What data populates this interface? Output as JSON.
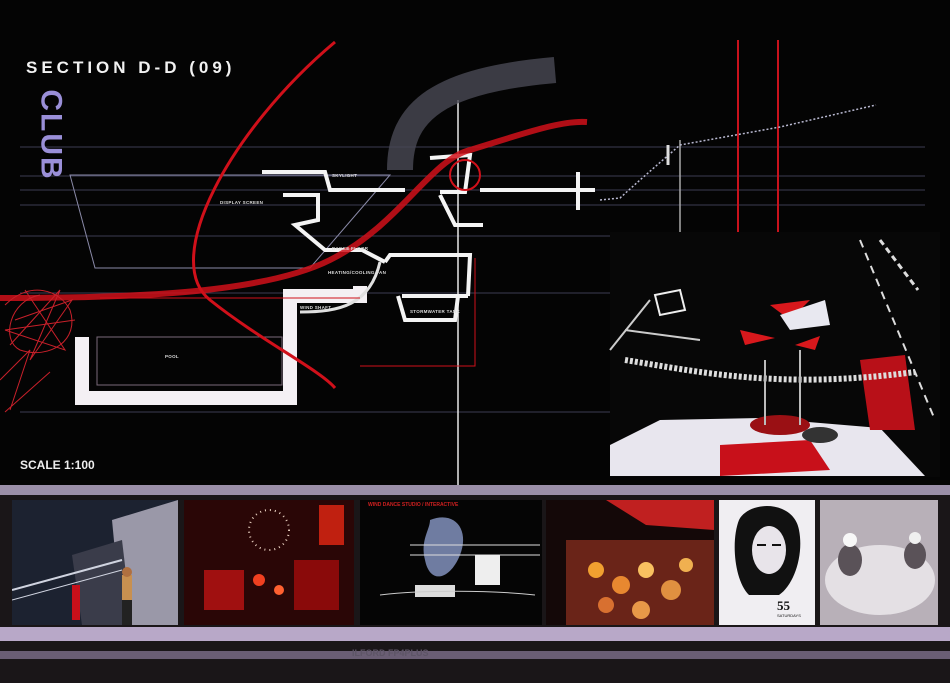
{
  "sheet": {
    "title": "SECTION D-D (09)",
    "side_title": "CLUB",
    "scale": "SCALE 1:100"
  },
  "labels": {
    "skylight": "SKYLIGHT",
    "display_screen": "DISPLAY SCREEN",
    "dance_floor": "DANCE FLOOR",
    "heating_fan": "HEATING/COOLING FAN",
    "wind_shaft": "WIND SHAFT",
    "stormwater_tank": "STORMWATER TANK",
    "pool": "POOL"
  },
  "film_strip": {
    "frame3_caption": "WIND DANCE STUDIO / INTERACTIVE",
    "frame6_text": "55",
    "frame6_subtext": "SATURDAYS",
    "edge_text": "ILFORD FP4PLUS"
  },
  "colors": {
    "background": "#040404",
    "accent_red": "#d0101a",
    "club_purple": "#9a8fd8",
    "wall_white": "#f4f0f4",
    "film_lavender": "#b8a8c8"
  }
}
